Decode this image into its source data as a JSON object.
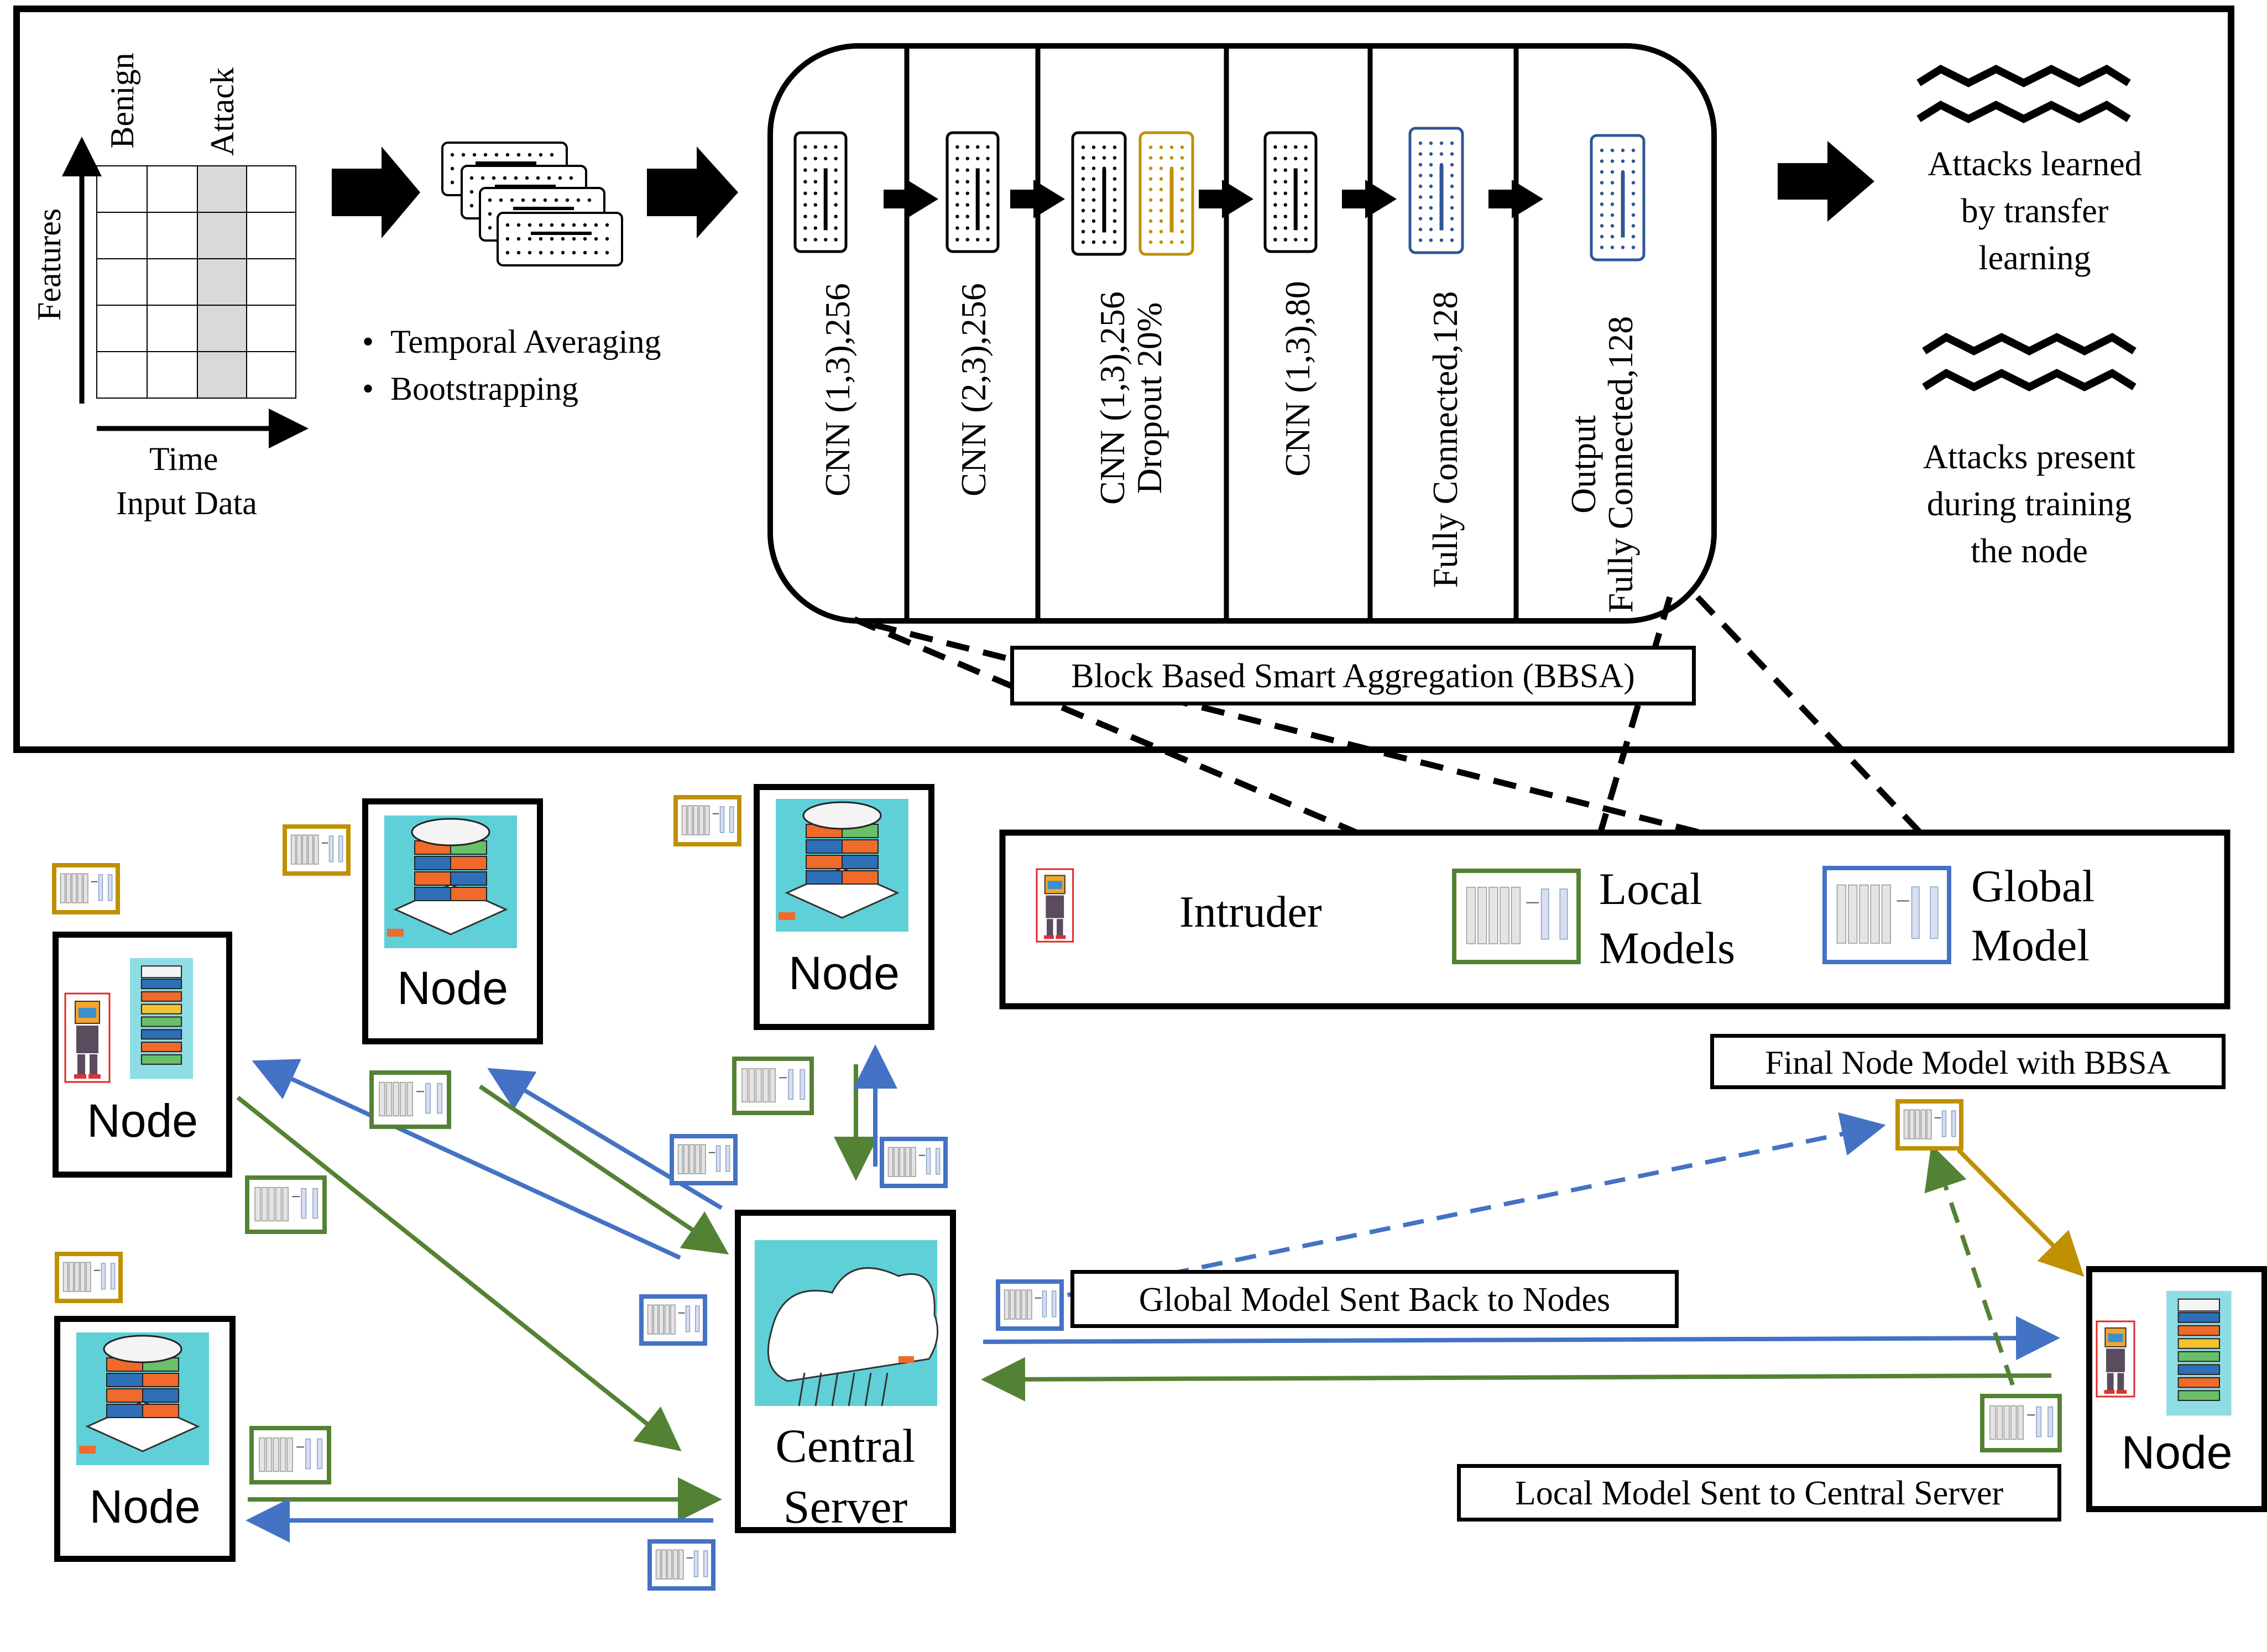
{
  "input_data": {
    "features_label": "Features",
    "time_label": "Time",
    "caption": "Input Data",
    "benign_label": "Benign",
    "attack_label": "Attack"
  },
  "preprocessing": {
    "bullets": [
      "Temporal Averaging",
      "Bootstrapping"
    ]
  },
  "cnn_layers": [
    {
      "line1": "CNN (1,3),256",
      "line2": ""
    },
    {
      "line1": "CNN (2,3),256",
      "line2": ""
    },
    {
      "line1": "CNN (1,3),256",
      "line2": "Dropout 20%"
    },
    {
      "line1": "CNN (1,3),80",
      "line2": ""
    },
    {
      "line1": "Fully Connected,128",
      "line2": ""
    },
    {
      "line1": "Output",
      "line2": "Fully Connected,128"
    }
  ],
  "outputs": {
    "transfer_text": [
      "Attacks learned",
      "by transfer",
      "learning"
    ],
    "present_text": [
      "Attacks present",
      "during training",
      "the node"
    ]
  },
  "bbsa_label": "Block Based Smart Aggregation (BBSA)",
  "legend": {
    "intruder": "Intruder",
    "local_models": [
      "Local",
      "Models"
    ],
    "global_model": [
      "Global",
      "Model"
    ]
  },
  "network": {
    "node_label": "Node",
    "server_label": [
      "Central",
      "Server"
    ],
    "final_model_label": "Final Node Model with BBSA",
    "global_sent_label": "Global Model Sent Back to Nodes",
    "local_sent_label": "Local Model Sent to Central Server"
  },
  "colors": {
    "green": "#548235",
    "blue": "#4472C4",
    "gold": "#BF9000",
    "black": "#000000"
  },
  "icons": [
    "intruder-robot-icon",
    "database-server-icon",
    "cloud-server-icon",
    "model-thumbnail-icon"
  ]
}
